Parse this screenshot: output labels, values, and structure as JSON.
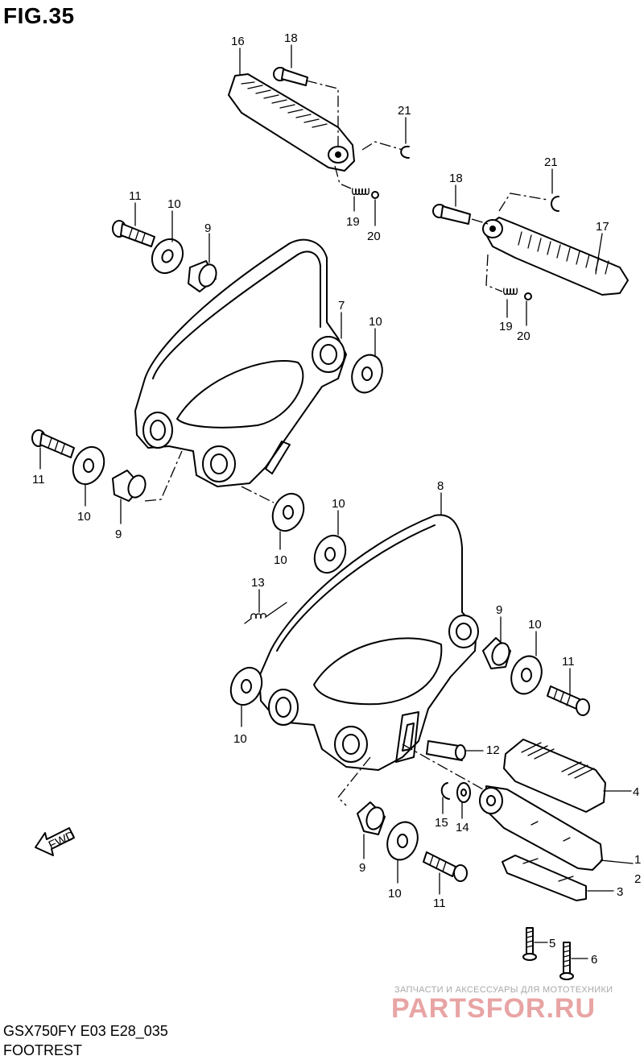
{
  "figure": {
    "title": "FIG.35",
    "model_code": "GSX750FY E03 E28_035",
    "section": "FOOTREST"
  },
  "watermark": {
    "tagline": "ЗАПЧАСТИ И АКСЕССУАРЫ ДЛЯ МОТОТЕХНИКИ",
    "logo": "PARTSFOR.RU"
  },
  "fwd_label": "FWD",
  "callouts": [
    {
      "id": "c16",
      "label": "16"
    },
    {
      "id": "c18a",
      "label": "18"
    },
    {
      "id": "c21a",
      "label": "21"
    },
    {
      "id": "c19a",
      "label": "19"
    },
    {
      "id": "c20a",
      "label": "20"
    },
    {
      "id": "c11a",
      "label": "11"
    },
    {
      "id": "c10a",
      "label": "10"
    },
    {
      "id": "c9a",
      "label": "9"
    },
    {
      "id": "c18b",
      "label": "18"
    },
    {
      "id": "c21b",
      "label": "21"
    },
    {
      "id": "c17",
      "label": "17"
    },
    {
      "id": "c19b",
      "label": "19"
    },
    {
      "id": "c20b",
      "label": "20"
    },
    {
      "id": "c7",
      "label": "7"
    },
    {
      "id": "c10b",
      "label": "10"
    },
    {
      "id": "c11b",
      "label": "11"
    },
    {
      "id": "c10c",
      "label": "10"
    },
    {
      "id": "c9b",
      "label": "9"
    },
    {
      "id": "c10d",
      "label": "10"
    },
    {
      "id": "c8",
      "label": "8"
    },
    {
      "id": "c10e",
      "label": "10"
    },
    {
      "id": "c13",
      "label": "13"
    },
    {
      "id": "c9c",
      "label": "9"
    },
    {
      "id": "c10f",
      "label": "10"
    },
    {
      "id": "c11c",
      "label": "11"
    },
    {
      "id": "c10g",
      "label": "10"
    },
    {
      "id": "c12",
      "label": "12"
    },
    {
      "id": "c4",
      "label": "4"
    },
    {
      "id": "c15",
      "label": "15"
    },
    {
      "id": "c14",
      "label": "14"
    },
    {
      "id": "c9d",
      "label": "9"
    },
    {
      "id": "c10h",
      "label": "10"
    },
    {
      "id": "c11d",
      "label": "11"
    },
    {
      "id": "c1",
      "label": "1"
    },
    {
      "id": "c2",
      "label": "2"
    },
    {
      "id": "c3",
      "label": "3"
    },
    {
      "id": "c5",
      "label": "5"
    },
    {
      "id": "c6",
      "label": "6"
    }
  ]
}
